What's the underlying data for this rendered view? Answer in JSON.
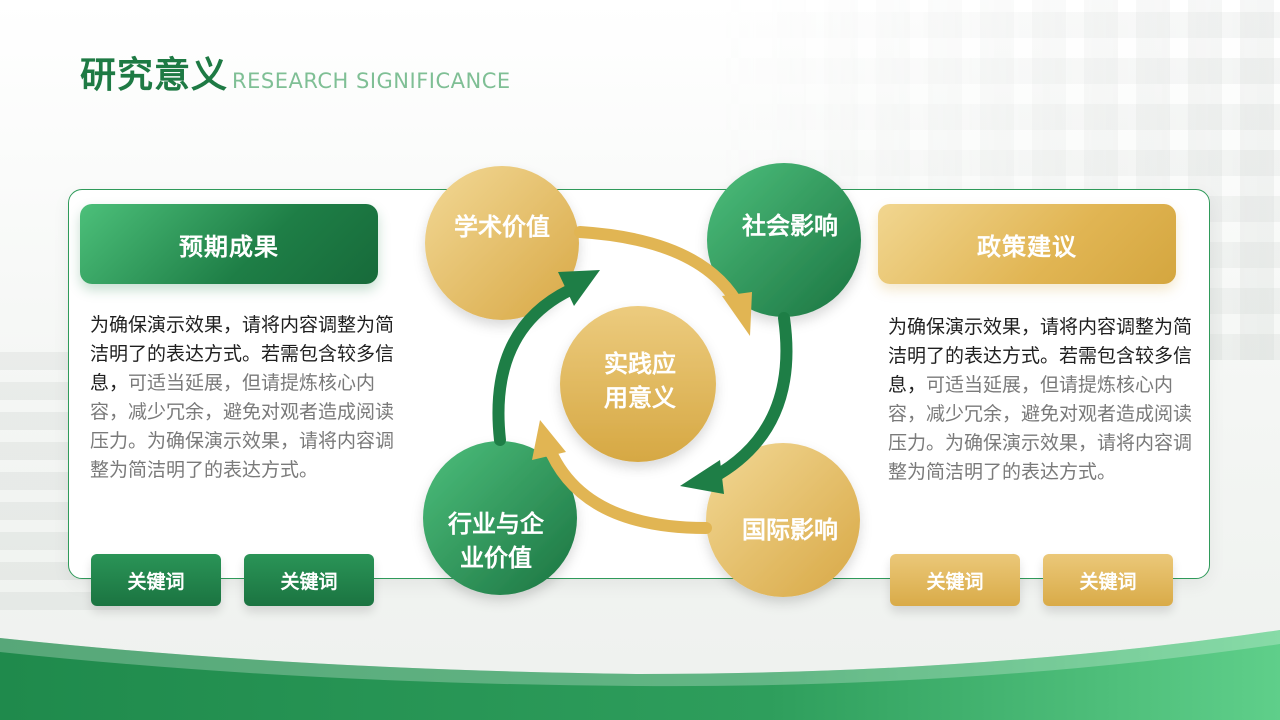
{
  "header": {
    "title_cn": "研究意义",
    "title_en": "RESEARCH SIGNIFICANCE"
  },
  "left_panel": {
    "heading": "预期成果",
    "text_dark": "为确保演示效果，请将内容调整为简洁明了的表达方式。若需包含较多信息，",
    "text_light": "可适当延展，但请提炼核心内容，减少冗余，避免对观者造成阅读压力。为确保演示效果，请将内容调整为简洁明了的表达方式。",
    "keywords": [
      "关键词",
      "关键词"
    ]
  },
  "right_panel": {
    "heading": "政策建议",
    "text_dark": "为确保演示效果，请将内容调整为简洁明了的表达方式。若需包含较多信息，",
    "text_light": "可适当延展，但请提炼核心内容，减少冗余，避免对观者造成阅读压力。为确保演示效果，请将内容调整为简洁明了的表达方式。",
    "keywords": [
      "关键词",
      "关键词"
    ]
  },
  "cycle": {
    "center_line1": "实践应",
    "center_line2": "用意义",
    "top_left": "学术价值",
    "top_right": "社会影响",
    "bottom_left_line1": "行业与企",
    "bottom_left_line2": "业价值",
    "bottom_right": "国际影响"
  },
  "colors": {
    "green": "#1e7e46",
    "gold": "#e1b553"
  }
}
